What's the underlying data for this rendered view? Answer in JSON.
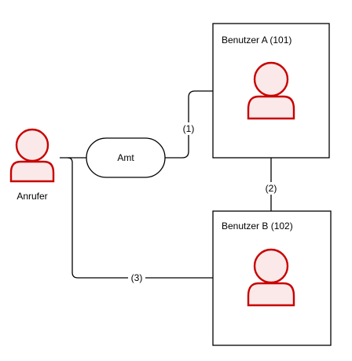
{
  "nodes": {
    "caller": {
      "label": "Anrufer"
    },
    "exchange": {
      "label": "Amt"
    },
    "user_a": {
      "label": "Benutzer A (101)"
    },
    "user_b": {
      "label": "Benutzer B (102)"
    }
  },
  "edges": {
    "e1": {
      "label": "(1)"
    },
    "e2": {
      "label": "(2)"
    },
    "e3": {
      "label": "(3)"
    }
  },
  "colors": {
    "person_stroke": "#c80000",
    "person_fill": "#fbe9e9",
    "line": "#000000"
  },
  "icons": {
    "caller": "user-icon",
    "user_a": "user-icon",
    "user_b": "user-icon"
  }
}
